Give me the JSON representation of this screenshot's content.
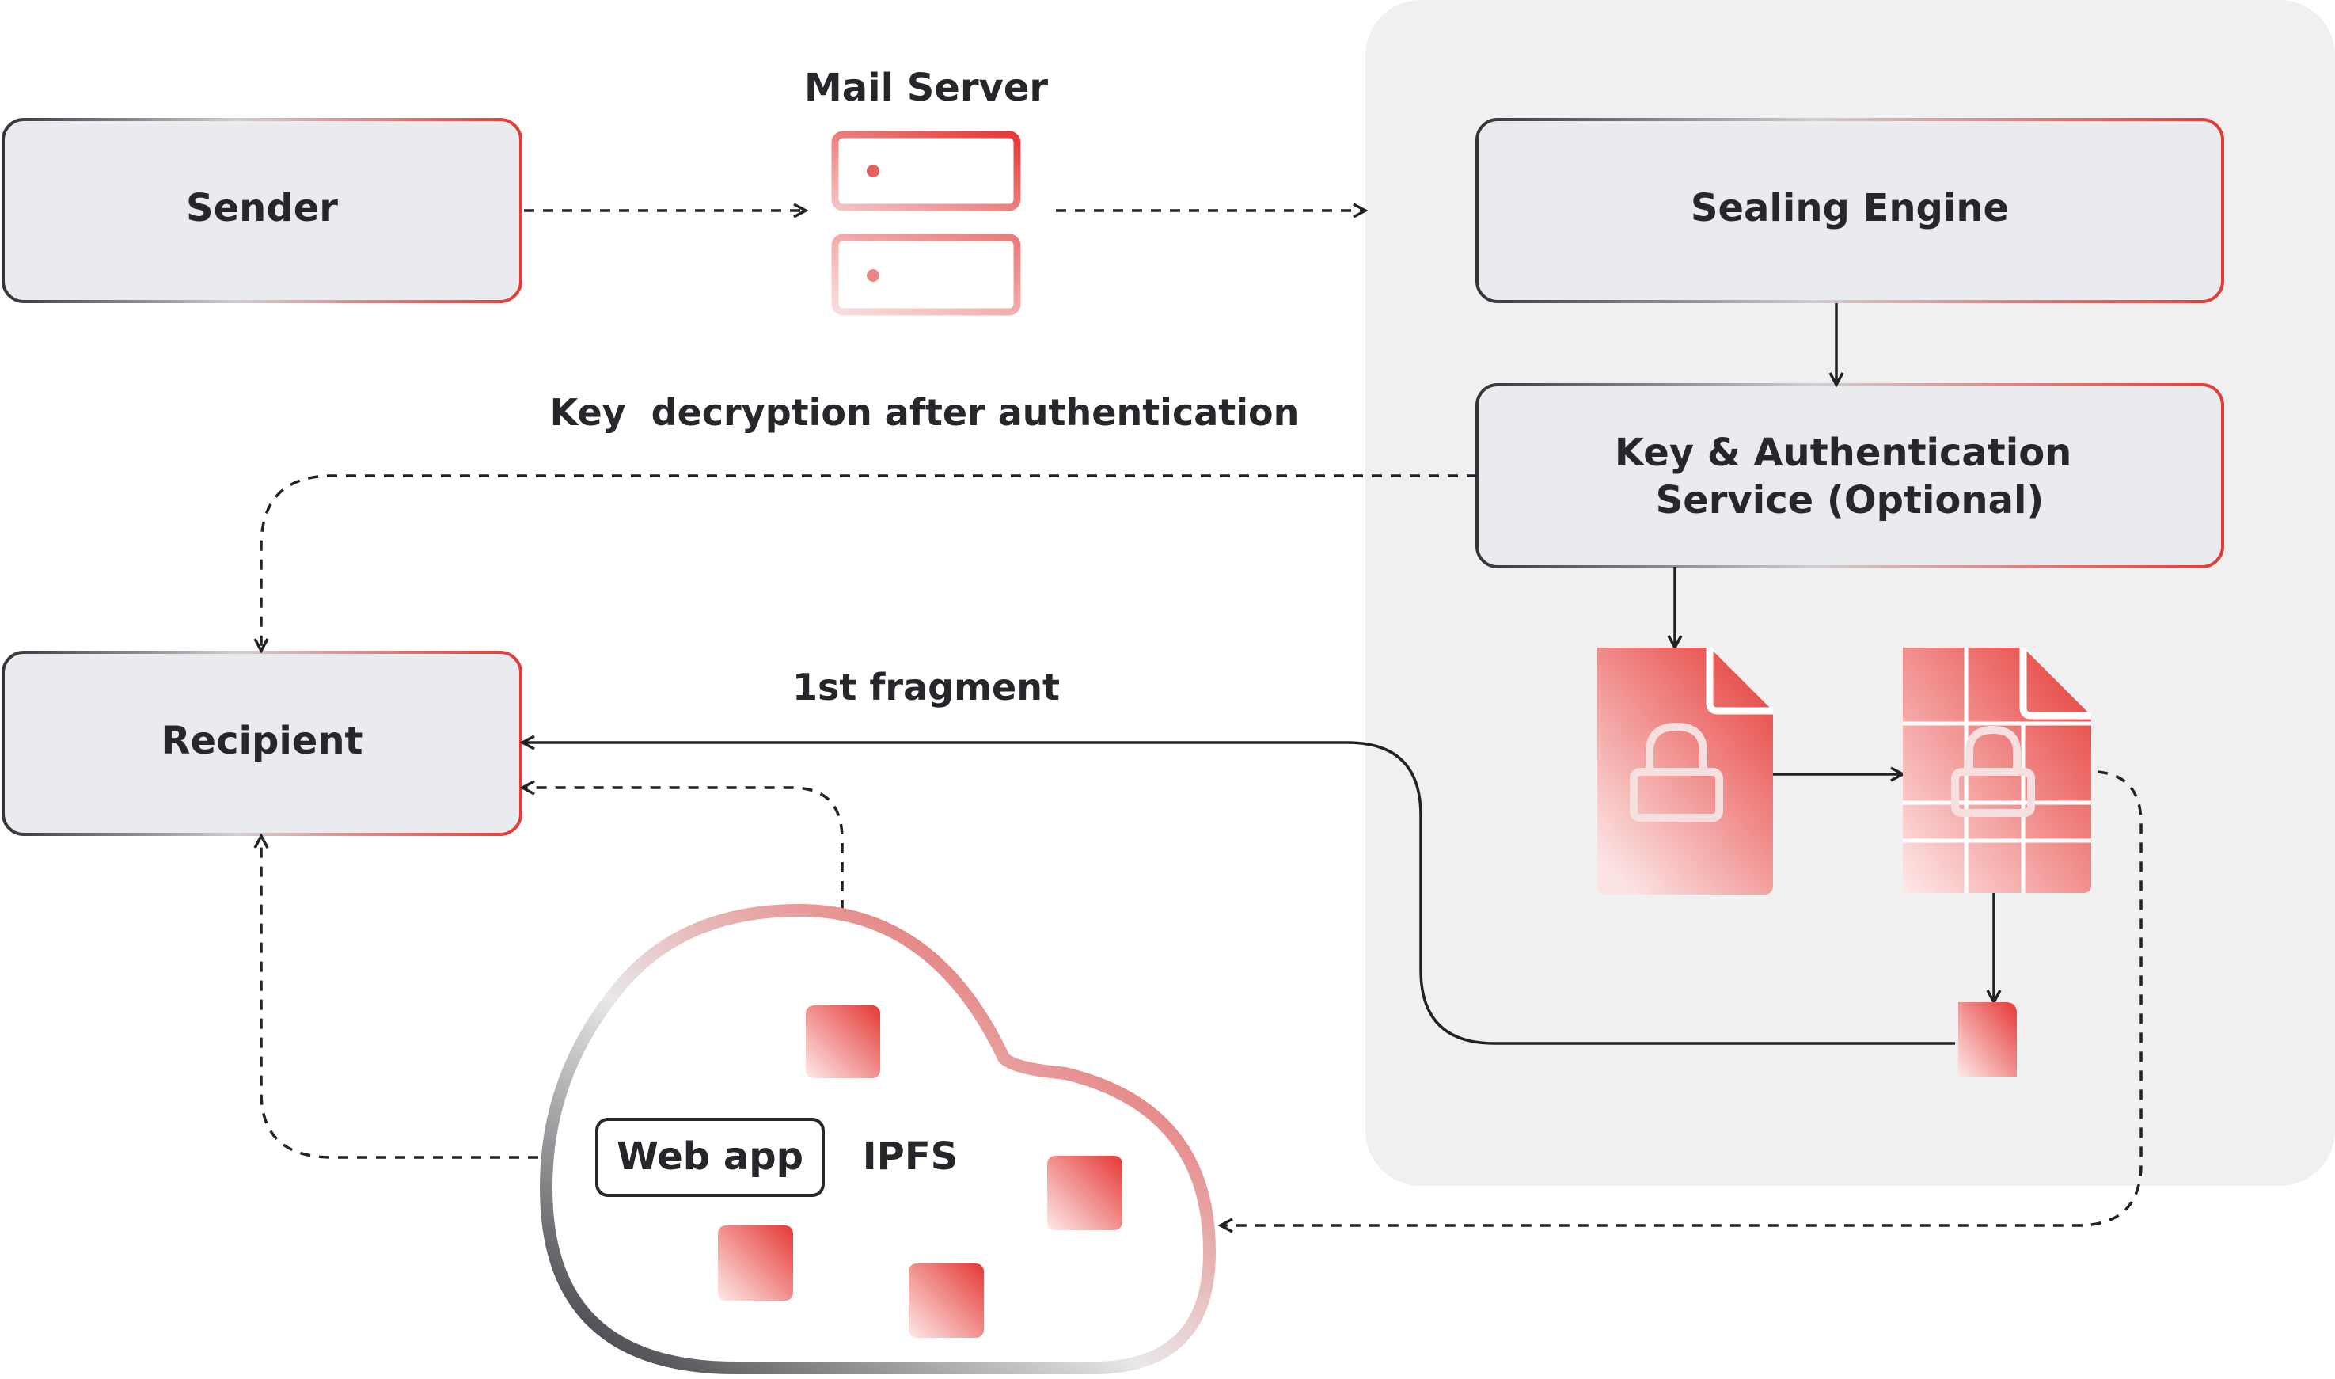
{
  "nodes": {
    "sender": "Sender",
    "mail_server": "Mail Server",
    "sealing_engine": "Sealing Engine",
    "key_auth_service": [
      "Key & Authentication",
      "Service (Optional)"
    ],
    "recipient": "Recipient",
    "web_app": "Web app",
    "ipfs": "IPFS"
  },
  "edges": {
    "key_decryption": "Key  decryption after authentication",
    "first_fragment": "1st fragment"
  },
  "colors": {
    "accent_red": "#e53935",
    "dark_stroke": "#333338",
    "box_fill": "#e9ebef",
    "panel_fill": "#f0f0f1",
    "text": "#26262b"
  },
  "icons": [
    "server-icon",
    "locked-document-icon",
    "fragmented-locked-document-icon",
    "fragment-icon",
    "cloud-icon"
  ]
}
